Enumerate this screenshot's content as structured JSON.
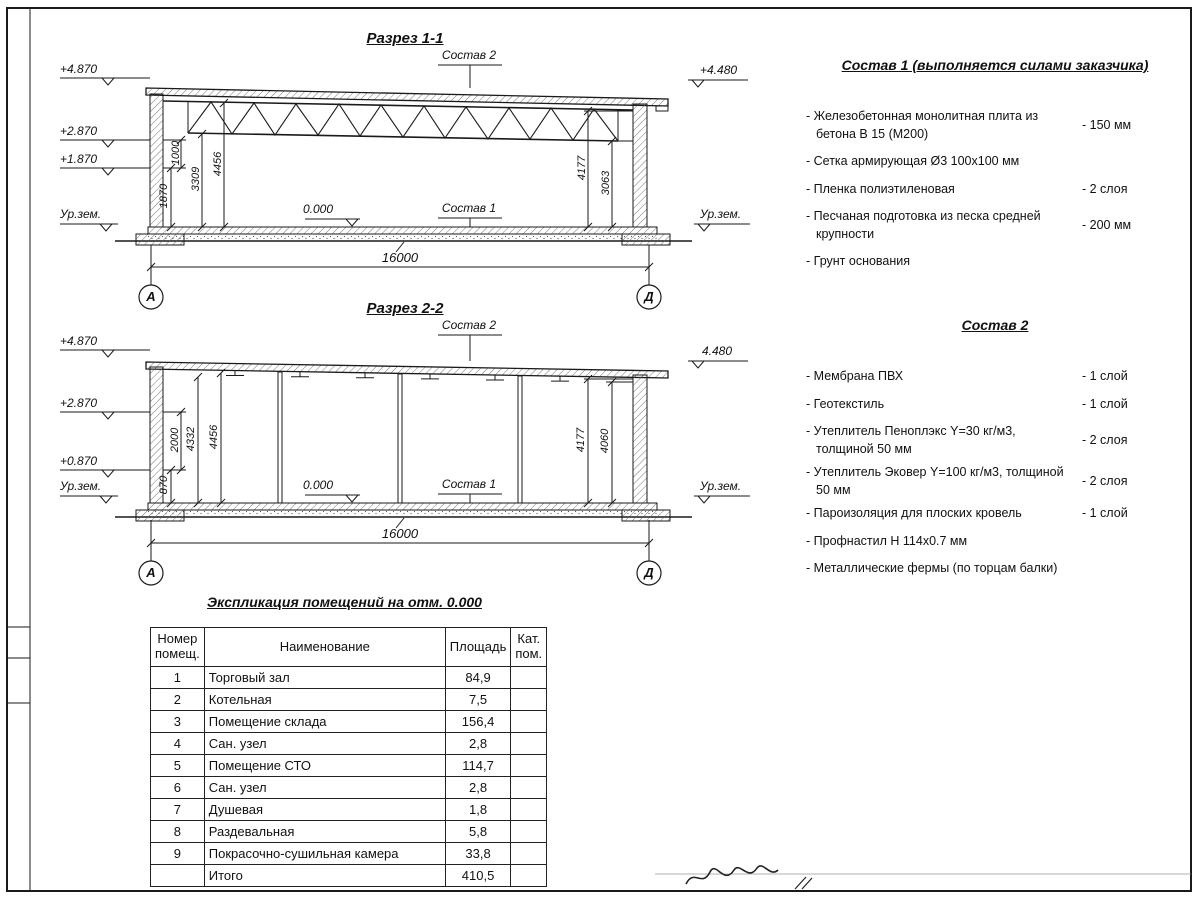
{
  "section1": {
    "title": "Разрез 1-1",
    "callout_roof": "Состав 2",
    "callout_floor": "Состав 1",
    "level_zero": "0.000",
    "elev_left": [
      "+4.870",
      "+2.870",
      "+1.870"
    ],
    "elev_right": "+4.480",
    "ground_left": "Ур.зем.",
    "ground_right": "Ур.зем.",
    "dims": [
      "1870",
      "1000",
      "3309",
      "4456",
      "4177",
      "3063"
    ],
    "total_dim": "16000",
    "axis_left": "А",
    "axis_right": "Д"
  },
  "section2": {
    "title": "Разрез 2-2",
    "callout_roof": "Состав 2",
    "callout_floor": "Состав 1",
    "level_zero": "0.000",
    "elev_left": [
      "+4.870",
      "+2.870",
      "+0.870"
    ],
    "elev_right": "4.480",
    "ground_left": "Ур.зем.",
    "ground_right": "Ур.зем.",
    "dims": [
      "870",
      "2000",
      "4332",
      "4456",
      "4177",
      "4060"
    ],
    "total_dim": "16000",
    "axis_left": "А",
    "axis_right": "Д"
  },
  "sostav1": {
    "title": "Состав 1 (выполняется силами заказчика)",
    "items": [
      {
        "text": "- Железобетонная  монолитная плита из бетона В 15 (М200)",
        "value": "- 150 мм"
      },
      {
        "text": "- Сетка армирующая Ø3 100х100 мм",
        "value": ""
      },
      {
        "text": "- Пленка полиэтиленовая",
        "value": "- 2 слоя"
      },
      {
        "text": "- Песчаная подготовка из песка средней крупности",
        "value": "- 200 мм"
      },
      {
        "text": "- Грунт основания",
        "value": ""
      }
    ]
  },
  "sostav2": {
    "title": "Состав 2",
    "items": [
      {
        "text": "- Мембрана ПВХ",
        "value": "- 1 слой"
      },
      {
        "text": "- Геотекстиль",
        "value": "- 1 слой"
      },
      {
        "text": "- Утеплитель Пеноплэкс Y=30 кг/м3, толщиной 50 мм",
        "value": "- 2 слоя"
      },
      {
        "text": "- Утеплитель Эковер Y=100 кг/м3, толщиной 50 мм",
        "value": "- 2 слоя"
      },
      {
        "text": "- Пароизоляция для плоских кровель",
        "value": "- 1 слой"
      },
      {
        "text": "- Профнастил Н 114х0.7 мм",
        "value": ""
      },
      {
        "text": "- Металлические фермы (по торцам балки)",
        "value": ""
      }
    ]
  },
  "room_table": {
    "title": "Экспликация помещений на отм. 0.000",
    "headers": {
      "num": "Номер\nпомещ.",
      "name": "Наименование",
      "area": "Площадь",
      "cat": "Кат.\nпом."
    },
    "rows": [
      {
        "num": "1",
        "name": "Торговый зал",
        "area": "84,9",
        "cat": ""
      },
      {
        "num": "2",
        "name": "Котельная",
        "area": "7,5",
        "cat": ""
      },
      {
        "num": "3",
        "name": "Помещение склада",
        "area": "156,4",
        "cat": ""
      },
      {
        "num": "4",
        "name": "Сан. узел",
        "area": "2,8",
        "cat": ""
      },
      {
        "num": "5",
        "name": "Помещение СТО",
        "area": "114,7",
        "cat": ""
      },
      {
        "num": "6",
        "name": "Сан. узел",
        "area": "2,8",
        "cat": ""
      },
      {
        "num": "7",
        "name": "Душевая",
        "area": "1,8",
        "cat": ""
      },
      {
        "num": "8",
        "name": "Раздевальная",
        "area": "5,8",
        "cat": ""
      },
      {
        "num": "9",
        "name": "Покрасочно-сушильная камера",
        "area": "33,8",
        "cat": ""
      },
      {
        "num": "",
        "name": "Итого",
        "area": "410,5",
        "cat": ""
      }
    ]
  }
}
